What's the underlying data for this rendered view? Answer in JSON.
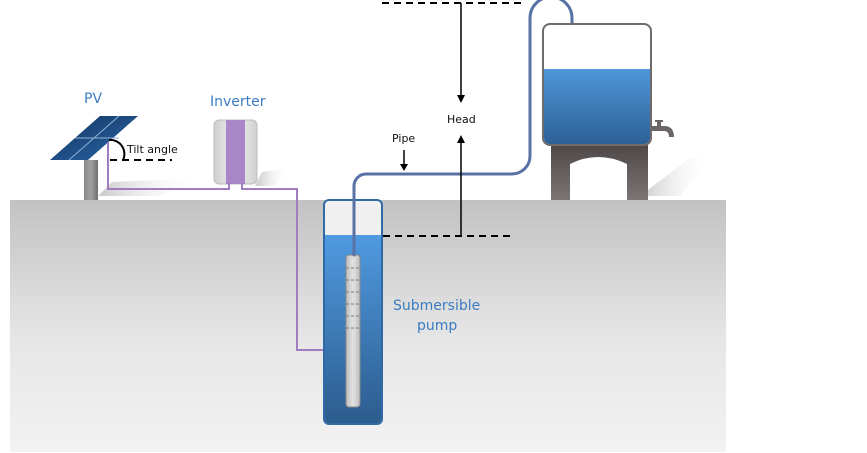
{
  "diagram": {
    "title": "PV-powered submersible water pumping system",
    "components": {
      "pv": {
        "label": "PV",
        "tilt_label": "Tilt angle"
      },
      "inverter": {
        "label": "Inverter"
      },
      "pump": {
        "label_line1": "Submersible",
        "label_line2": "pump"
      },
      "pipe": {
        "label": "Pipe"
      },
      "head": {
        "label": "Head"
      },
      "tank": {
        "label": ""
      }
    },
    "colors": {
      "label_blue": "#3b7cc2",
      "wire_purple": "#a07cc0",
      "pipe_blue": "#5872a6",
      "water_top": "#4f98dc",
      "water_bottom": "#2d5f92",
      "ground_top": "#c4c4c4",
      "ground_bottom": "#f2f2f2",
      "stand_gray": "#66605f",
      "panel_blue": "#1d4f86"
    }
  }
}
